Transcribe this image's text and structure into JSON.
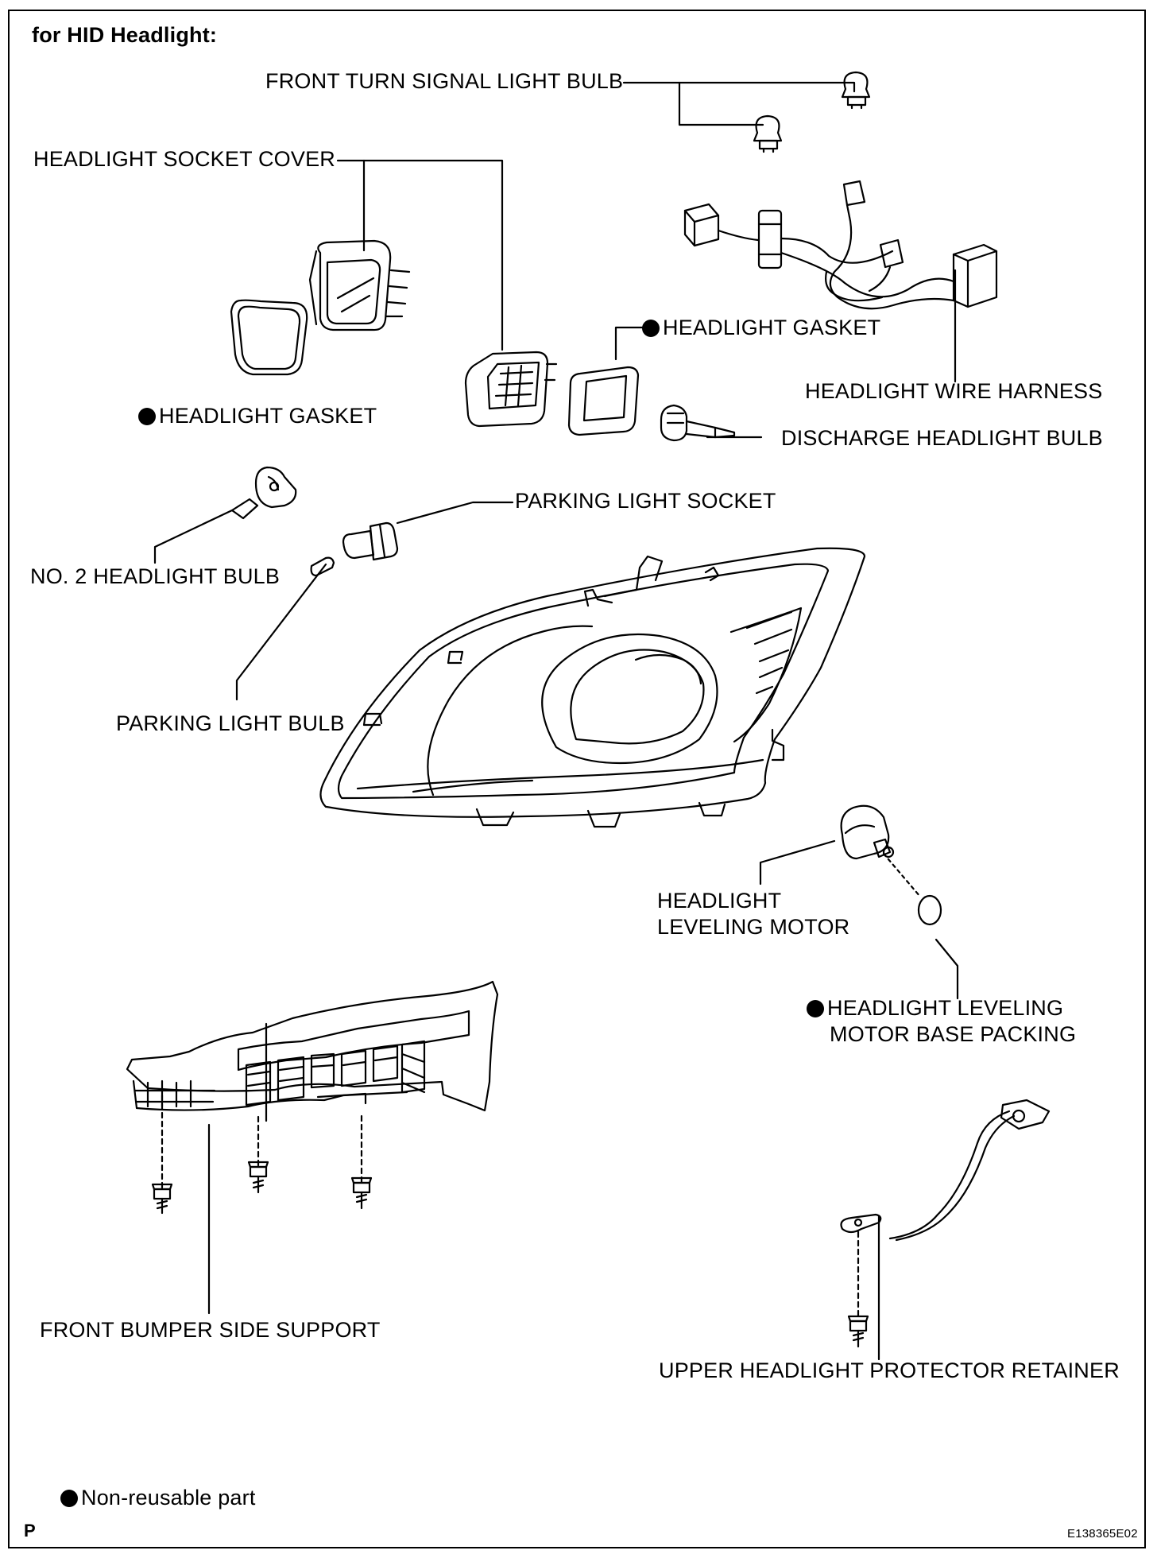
{
  "title": "for HID Headlight:",
  "labels": {
    "front_turn_signal_light_bulb": "FRONT TURN SIGNAL LIGHT BULB",
    "headlight_socket_cover": "HEADLIGHT SOCKET COVER",
    "headlight_gasket_upper": "HEADLIGHT GASKET",
    "headlight_gasket_lower": "HEADLIGHT GASKET",
    "headlight_wire_harness": "HEADLIGHT WIRE HARNESS",
    "discharge_headlight_bulb": "DISCHARGE HEADLIGHT BULB",
    "parking_light_socket": "PARKING LIGHT SOCKET",
    "no2_headlight_bulb": "NO. 2 HEADLIGHT BULB",
    "parking_light_bulb": "PARKING LIGHT BULB",
    "headlight_leveling_motor_1": "HEADLIGHT",
    "headlight_leveling_motor_2": "LEVELING MOTOR",
    "leveling_motor_packing_1": "HEADLIGHT LEVELING",
    "leveling_motor_packing_2": "MOTOR BASE PACKING",
    "front_bumper_side_support": "FRONT BUMPER SIDE SUPPORT",
    "upper_headlight_protector_retainer": "UPPER HEADLIGHT PROTECTOR RETAINER"
  },
  "legend": {
    "non_reusable": "Non-reusable part"
  },
  "footer": {
    "left_mark": "P",
    "figure_code": "E138365E02"
  }
}
